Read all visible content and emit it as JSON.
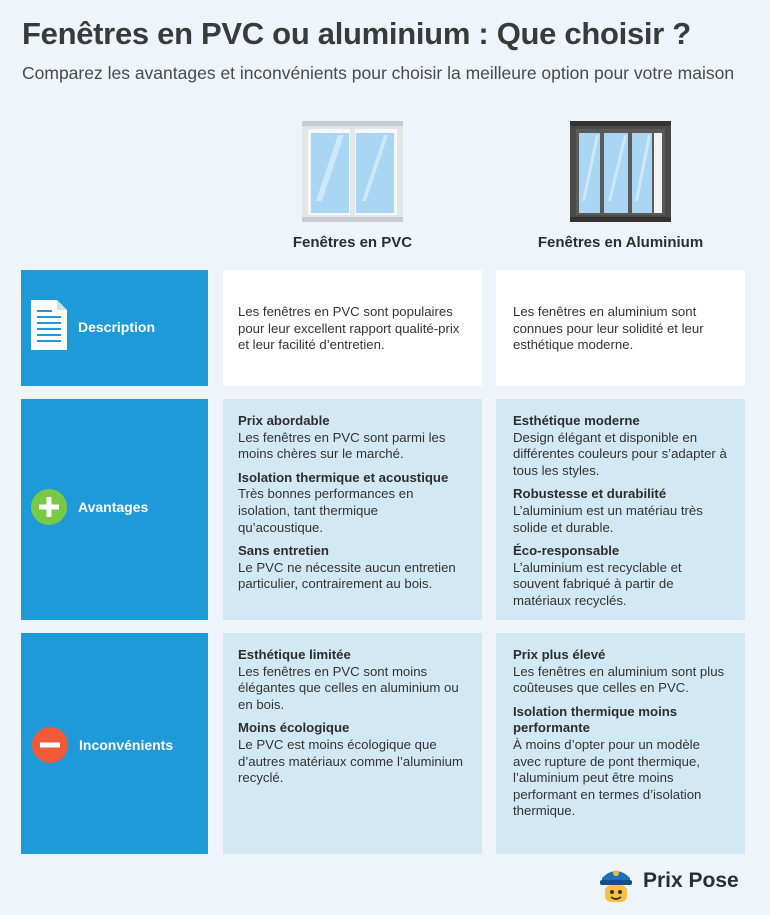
{
  "header": {
    "title": "Fenêtres en PVC ou aluminium : Que choisir ?",
    "subtitle": "Comparez les avantages et inconvénients pour choisir la meilleure option pour votre maison"
  },
  "columns": {
    "pvc": "Fenêtres en PVC",
    "alu": "Fenêtres en Aluminium"
  },
  "rows": {
    "description": {
      "label": "Description",
      "pvc": "Les fenêtres en PVC sont populaires pour leur excellent rapport qualité-prix et leur facilité d’entretien.",
      "alu": "Les fenêtres en aluminium sont connues pour leur solidité et leur esthétique moderne."
    },
    "avantages": {
      "label": "Avantages",
      "pvc": [
        {
          "title": "Prix abordable",
          "text": "Les fenêtres en PVC sont parmi les moins chères sur le marché."
        },
        {
          "title": "Isolation thermique et acoustique",
          "text": "Très bonnes performances en isolation, tant thermique qu’acoustique."
        },
        {
          "title": "Sans entretien",
          "text": "Le PVC ne nécessite aucun entretien particulier, contrairement au bois."
        }
      ],
      "alu": [
        {
          "title": "Esthétique moderne",
          "text": "Design élégant et disponible en différentes couleurs pour s’adapter à tous les styles."
        },
        {
          "title": "Robustesse et durabilité",
          "text": "L’aluminium est un matériau très solide et durable."
        },
        {
          "title": "Éco-responsable",
          "text": "L’aluminium est recyclable et souvent fabriqué à partir de matériaux recyclés."
        }
      ]
    },
    "inconvenients": {
      "label": "Inconvénients",
      "pvc": [
        {
          "title": "Esthétique limitée",
          "text": "Les fenêtres en PVC sont moins élégantes que celles en aluminium ou en bois."
        },
        {
          "title": "Moins écologique",
          "text": "Le PVC est moins écologique que d’autres matériaux comme l’aluminium recyclé."
        }
      ],
      "alu": [
        {
          "title": "Prix plus élevé",
          "text": "Les fenêtres en aluminium sont plus coûteuses que celles en PVC."
        },
        {
          "title": "Isolation thermique moins performante",
          "text": "À moins d’opter pour un modèle avec rupture de pont thermique, l’aluminium peut être moins performant en termes d’isolation thermique."
        }
      ]
    }
  },
  "brand": {
    "name": "Prix Pose"
  },
  "colors": {
    "label_bg": "#1f9ad8",
    "cell_blue": "#d3e8f5",
    "plus": "#7ac943",
    "minus": "#f05a3a"
  },
  "icons": [
    "document-icon",
    "plus-icon",
    "minus-icon",
    "pvc-window-icon",
    "aluminium-window-icon",
    "mascot-logo-icon"
  ]
}
